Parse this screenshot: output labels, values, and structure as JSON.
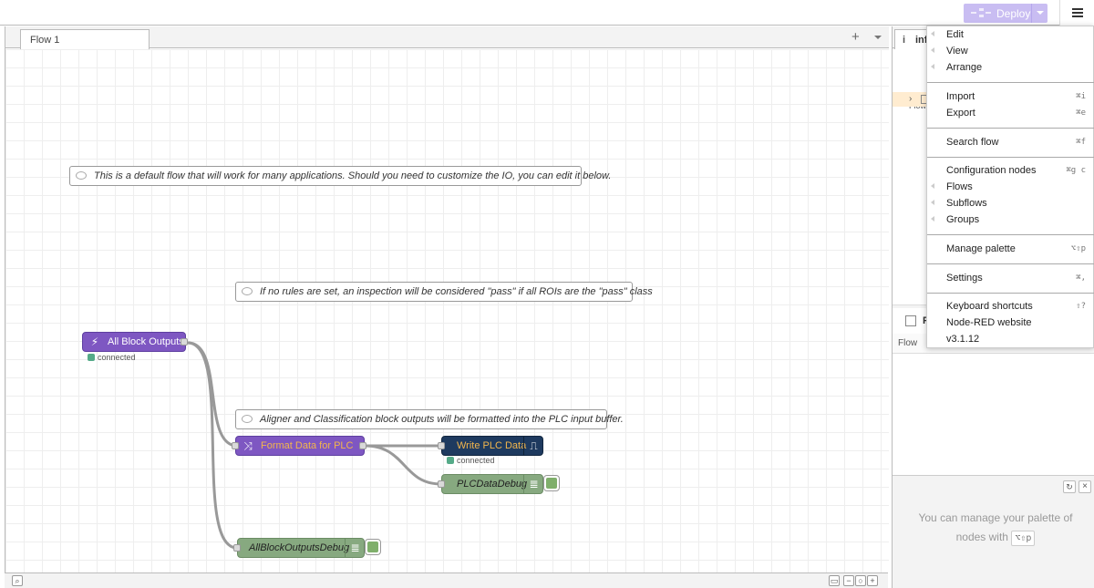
{
  "header": {
    "deploy_label": "Deploy"
  },
  "workspace": {
    "tab_label": "Flow 1",
    "add_tab": "+",
    "comments": [
      "This is a default flow that will work for many applications. Should you need to customize the IO, you can edit it below.",
      "If no rules are set, an inspection will be considered \"pass\" if all ROIs are the \"pass\" class",
      "Aligner and Classification block outputs will be formatted into the PLC input buffer."
    ],
    "nodes": {
      "all_block_outputs": {
        "label": "All Block Outputs",
        "status": "connected",
        "color": "#7e57c2"
      },
      "format_data": {
        "label": "Format Data for PLC",
        "color": "#7e57c2",
        "text_color": "#f3b64c"
      },
      "write_plc": {
        "label": "Write PLC Data",
        "status": "connected",
        "color": "#1e3a5f",
        "text_color": "#f3b64c"
      },
      "plc_debug": {
        "label": "PLCDataDebug",
        "color": "#87a980"
      },
      "all_outputs_debug": {
        "label": "AllBlockOutputsDebug",
        "color": "#87a980"
      }
    }
  },
  "sidebar": {
    "info_tab": "inf",
    "flow_row": "Flow",
    "lower_tab": "Flow",
    "lower_letter": "F",
    "palette_tip_line1": "You can manage your palette of",
    "palette_tip_line2": "nodes with",
    "palette_tip_kbd": "⌥⇧p"
  },
  "menu": {
    "items": [
      {
        "label": "Edit",
        "key": "",
        "submenu": true
      },
      {
        "label": "View",
        "key": "",
        "submenu": true
      },
      {
        "label": "Arrange",
        "key": "",
        "submenu": true
      },
      {
        "label": "Import",
        "key": "⌘i",
        "submenu": false
      },
      {
        "label": "Export",
        "key": "⌘e",
        "submenu": false
      },
      {
        "label": "Search flow",
        "key": "⌘f",
        "submenu": false
      },
      {
        "label": "Configuration nodes",
        "key": "⌘g c",
        "submenu": false
      },
      {
        "label": "Flows",
        "key": "",
        "submenu": true
      },
      {
        "label": "Subflows",
        "key": "",
        "submenu": true
      },
      {
        "label": "Groups",
        "key": "",
        "submenu": true
      },
      {
        "label": "Manage palette",
        "key": "⌥⇧p",
        "submenu": false
      },
      {
        "label": "Settings",
        "key": "⌘,",
        "submenu": false
      },
      {
        "label": "Keyboard shortcuts",
        "key": "⇧?",
        "submenu": false
      },
      {
        "label": "Node-RED website",
        "key": "",
        "submenu": false
      },
      {
        "label": "v3.1.12",
        "key": "",
        "submenu": false
      }
    ]
  },
  "colors": {
    "accent": "#8f72e0",
    "deploy_disabled": "#c9bdf2",
    "selection_row": "#ffecd0"
  }
}
